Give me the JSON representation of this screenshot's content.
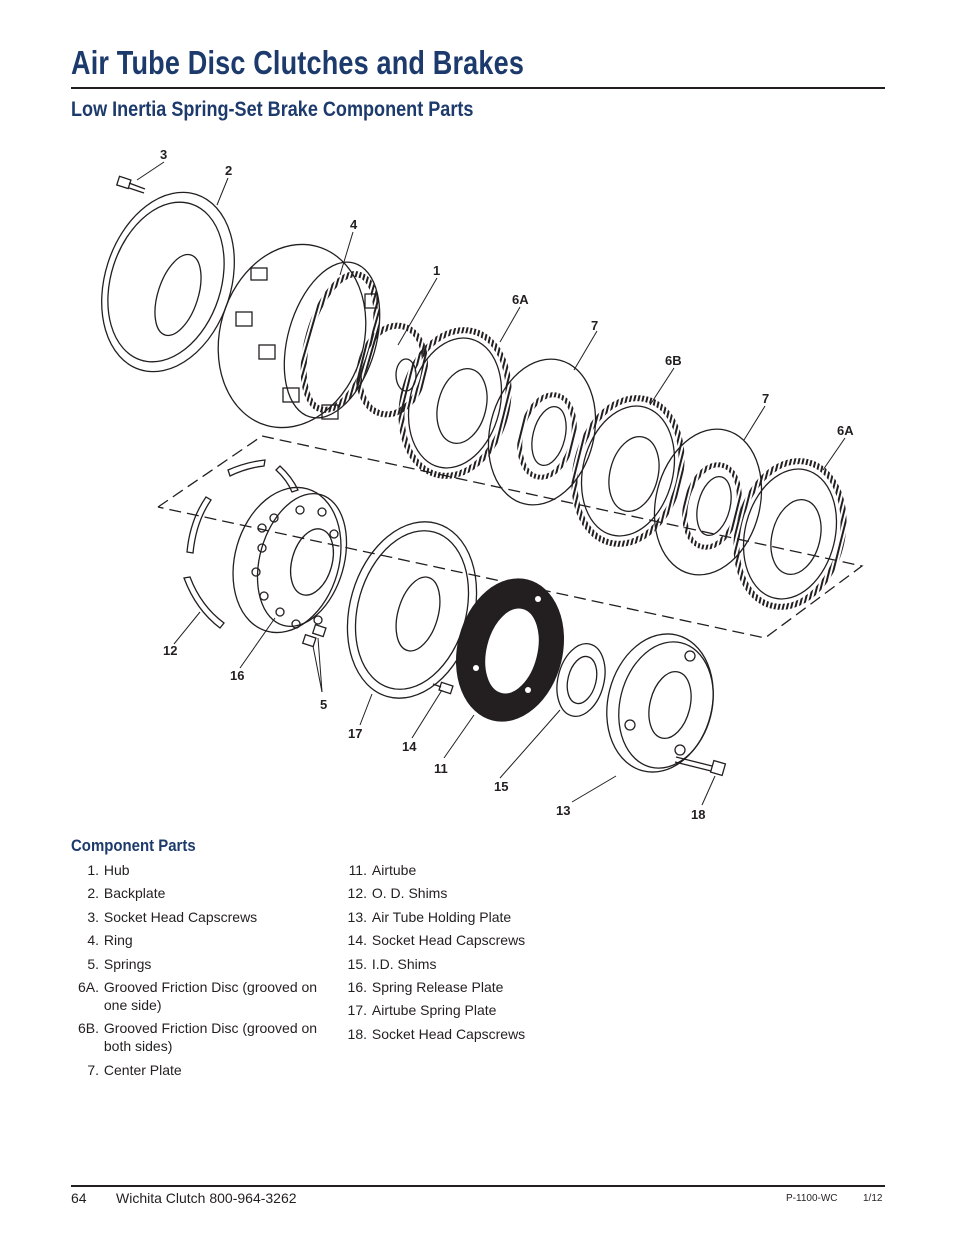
{
  "header": {
    "title": "Air Tube Disc Clutches and Brakes",
    "subtitle": "Low Inertia Spring-Set Brake Component Parts"
  },
  "diagram": {
    "callouts": [
      "3",
      "2",
      "4",
      "1",
      "6A",
      "7",
      "6B",
      "7",
      "6A",
      "12",
      "16",
      "5",
      "17",
      "14",
      "11",
      "15",
      "13",
      "18"
    ]
  },
  "component_parts": {
    "heading": "Component Parts",
    "left_column": [
      {
        "num": "1.",
        "label": "Hub"
      },
      {
        "num": "2.",
        "label": "Backplate"
      },
      {
        "num": "3.",
        "label": "Socket Head Capscrews"
      },
      {
        "num": "4.",
        "label": "Ring"
      },
      {
        "num": "5.",
        "label": "Springs"
      },
      {
        "num": "6A.",
        "label": "Grooved Friction Disc (grooved on one side)"
      },
      {
        "num": "6B.",
        "label": "Grooved Friction Disc (grooved on both sides)"
      },
      {
        "num": "7.",
        "label": "Center Plate"
      }
    ],
    "right_column": [
      {
        "num": "11.",
        "label": "Airtube"
      },
      {
        "num": "12.",
        "label": "O. D. Shims"
      },
      {
        "num": "13.",
        "label": "Air Tube Holding Plate"
      },
      {
        "num": "14.",
        "label": "Socket Head Capscrews"
      },
      {
        "num": "15.",
        "label": "I.D. Shims"
      },
      {
        "num": "16.",
        "label": "Spring Release Plate"
      },
      {
        "num": "17.",
        "label": "Airtube Spring Plate"
      },
      {
        "num": "18.",
        "label": "Socket Head Capscrews"
      }
    ]
  },
  "footer": {
    "page": "64",
    "company": "Wichita Clutch  800-964-3262",
    "doc_code": "P-1100-WC",
    "date": "1/12"
  },
  "colors": {
    "heading": "#1c3a6b",
    "text": "#231f20"
  }
}
